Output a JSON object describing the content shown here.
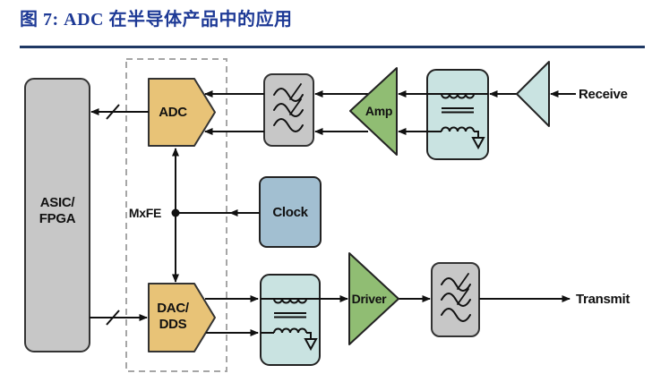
{
  "title": {
    "text": "图 7: ADC 在半导体产品中的应用"
  },
  "diagram": {
    "asic_line1": "ASIC/",
    "asic_line2": "FPGA",
    "adc": "ADC",
    "mxfe": "MxFE",
    "dac_line1": "DAC/",
    "dac_line2": "DDS",
    "clock": "Clock",
    "amp": "Amp",
    "driver": "Driver",
    "receive": "Receive",
    "transmit": "Transmit"
  },
  "icons": {
    "filter": "filter-waves-icon",
    "transformer": "transformer-coil-icon",
    "ground": "ground-icon",
    "bus": "bus-slash-icon"
  },
  "colors": {
    "title_blue": "#1E3A96",
    "rule_navy": "#1F3864",
    "block_gray": "#C7C7C7",
    "converter_tan": "#E8C377",
    "amp_green": "#90BD73",
    "analog_cyan": "#C9E3E1",
    "clock_blue": "#A2BFD1",
    "line_black": "#111111",
    "dashed_gray": "#A6A6A6"
  }
}
